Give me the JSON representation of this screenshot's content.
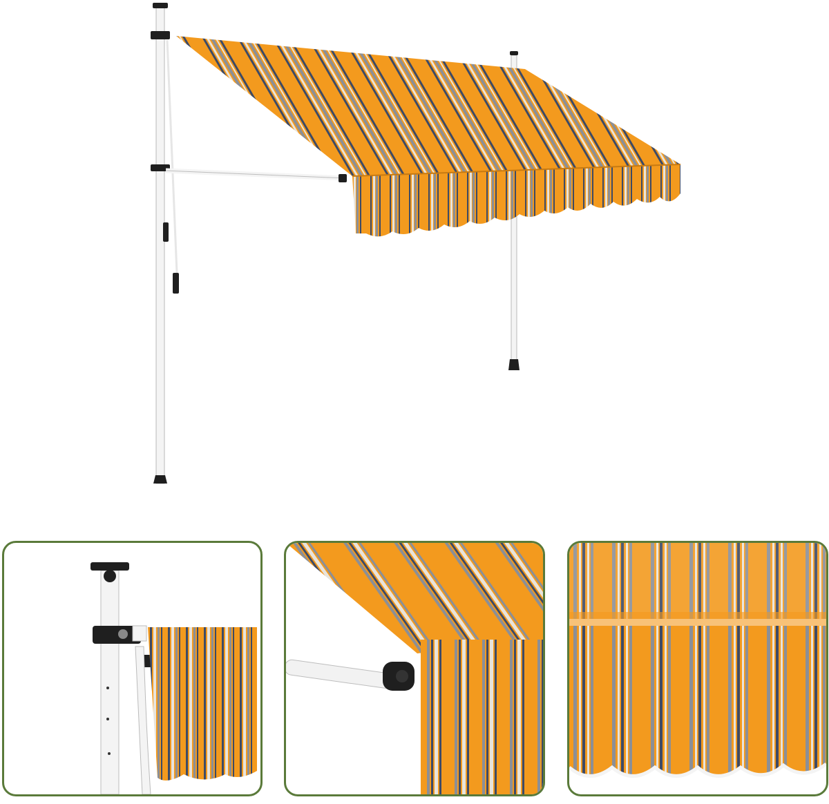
{
  "colors": {
    "frame_border": "#5a7a3a",
    "stripe_orange": "#f39a1e",
    "stripe_grey": "#8b8f97",
    "stripe_navy": "#3d4a66",
    "stripe_light": "#e8e4dc",
    "pole_white": "#f4f4f4",
    "cap_black": "#1f1f1f"
  },
  "images": {
    "main": "retractable-awning-product-image",
    "detail_1": "pole-bracket-close-up",
    "detail_2": "arm-end-cap-close-up",
    "detail_3": "valance-fabric-close-up"
  },
  "icons": [
    "pole-icon",
    "crank-handle-icon",
    "end-cap-icon",
    "foot-pad-icon"
  ]
}
